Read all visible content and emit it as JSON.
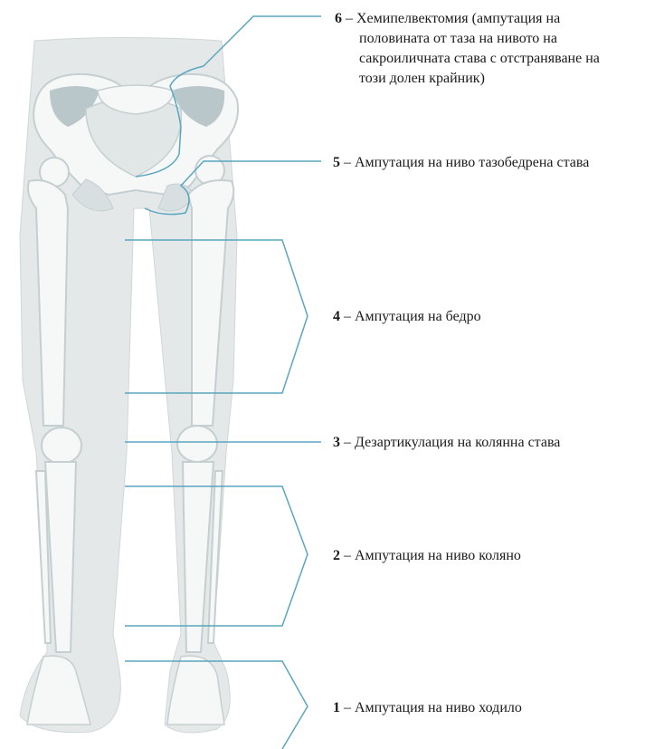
{
  "colors": {
    "leader_line": "#5aa6bf",
    "body_fill": "#e4e8e9",
    "bone_fill": "#f6f8f7",
    "bone_shadow": "#c5cfd1",
    "text": "#1a1a1a"
  },
  "labels": [
    {
      "num": "6",
      "dash": " – ",
      "lines": [
        "Хемипелвектомия (ампутация на",
        "половината от таза на нивото на",
        "сакроиличната става с отстраняване на",
        "този долен крайник)"
      ]
    },
    {
      "num": "5",
      "dash": " – ",
      "text": "Ампутация на ниво тазобедрена става"
    },
    {
      "num": "4",
      "dash": " – ",
      "text": "Ампутация на бедро"
    },
    {
      "num": "3",
      "dash": " – ",
      "text": "Дезартикулация на колянна става"
    },
    {
      "num": "2",
      "dash": " – ",
      "text": "Ампутация на ниво коляно"
    },
    {
      "num": "1",
      "dash": " – ",
      "text": "Ампутация на ниво ходило"
    }
  ]
}
